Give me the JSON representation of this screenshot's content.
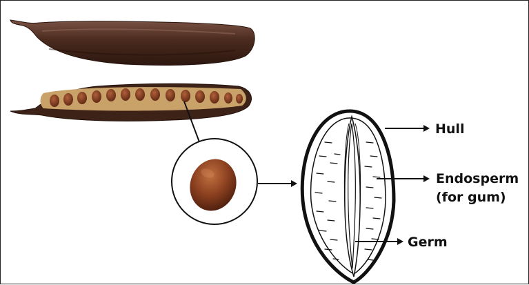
{
  "labels": {
    "hull": "Hull",
    "endosperm_line1": "Endosperm",
    "endosperm_line2": "(for gum)",
    "germ": "Germ"
  },
  "colors": {
    "pod_dark": "#3d2218",
    "pod_mid": "#5a3526",
    "pod_highlight": "#7a5244",
    "pod_inner": "#c9a26a",
    "seed": "#8a3f1f",
    "seed_highlight": "#b8653a",
    "line": "#111111"
  }
}
